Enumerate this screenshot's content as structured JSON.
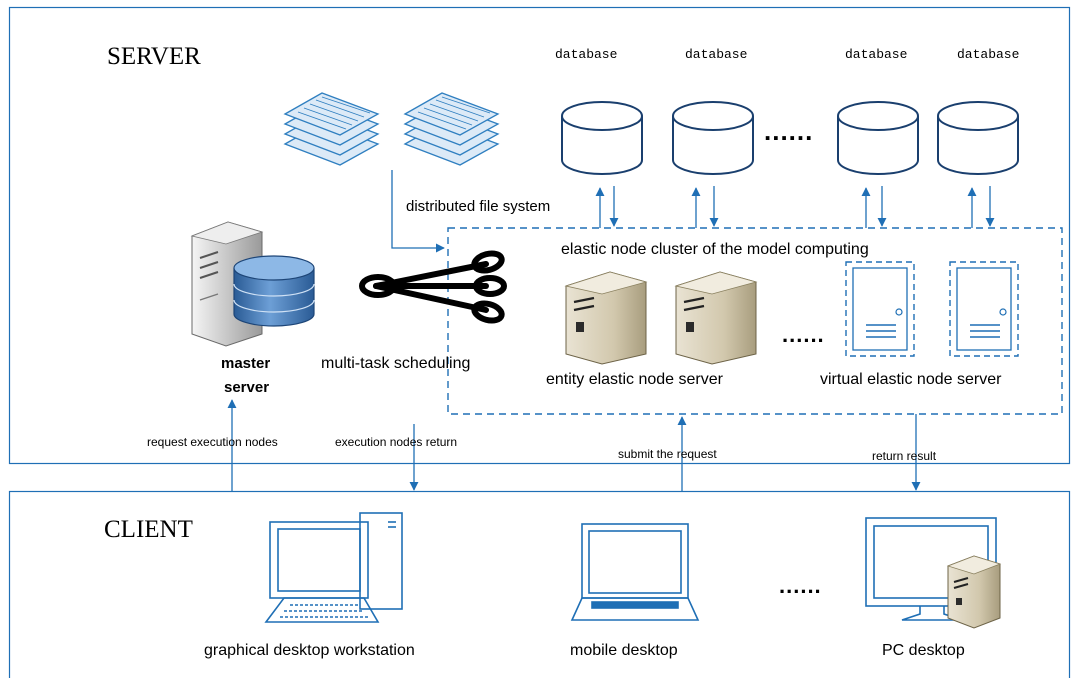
{
  "server": {
    "title": "SERVER"
  },
  "client": {
    "title": "CLIENT"
  },
  "databases": {
    "label": "database",
    "ellipsis": "......"
  },
  "file_system": {
    "label": "distributed file system"
  },
  "master": {
    "label_line1": "master",
    "label_line2": "server"
  },
  "scheduler": {
    "label": "multi-task scheduling"
  },
  "cluster": {
    "title": "elastic node cluster of the model computing",
    "entity_label": "entity elastic node server",
    "virtual_label": "virtual elastic node server",
    "ellipsis": "......"
  },
  "flows": {
    "request_nodes": "request execution nodes",
    "nodes_return": "execution nodes return",
    "submit_request": "submit the request",
    "return_result": "return result"
  },
  "clients": {
    "workstation": "graphical desktop workstation",
    "mobile": "mobile desktop",
    "pc": "PC desktop",
    "ellipsis": "......"
  },
  "colors": {
    "accent": "#1f6fb5",
    "db_fill": "#dceaf7",
    "cyl_fill": "#3d6ea8"
  }
}
